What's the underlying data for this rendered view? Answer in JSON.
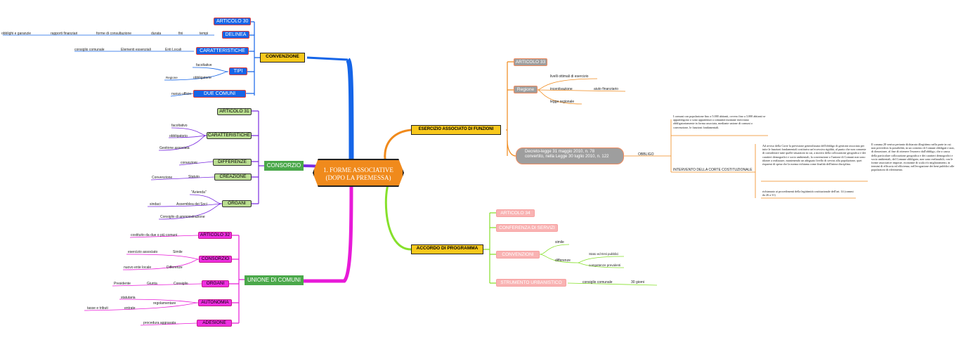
{
  "center": {
    "line1": "1. FORME ASSOCIATIVE",
    "line2": "(DOPO LA PREMESSA)"
  },
  "convenzione": {
    "title": "CONVENZIONE",
    "articolo": "ARTICOLO 30",
    "delinea": "DELINEA",
    "delinea_items": [
      "obblighi e garanzie",
      "rapporti finanziari",
      "forme di consultazione",
      "durata",
      "fini",
      "tempi"
    ],
    "caratteristiche": "CARATTERISTICHE",
    "caratteristiche_items": [
      "consiglio comunale",
      "Elementi essenziali",
      "Enti Locali"
    ],
    "tipi": "TIPI",
    "tipi_items": [
      "facoltative",
      "Regione",
      "obbligatorie"
    ],
    "due_comuni": "DUE COMUNI",
    "due_comuni_item": "nuovo ufficio"
  },
  "consorzio": {
    "title": "CONSORZIO",
    "articolo": "ARTICOLO 31",
    "caratteristiche": "CARATTERISTICHE",
    "caratteristiche_items": [
      "facoltativo",
      "obbligatorio",
      "Gestione associata"
    ],
    "differenze": "DIFFERENZE",
    "differenze_item": "convezioni",
    "creazione": "CREAZIONE",
    "creazione_items": [
      "Convenzione",
      "Statuto"
    ],
    "organi": "ORGANI",
    "organi_items": [
      "\"Azienda\"",
      "sindaci",
      "Assemblea dei Soci",
      "Consiglio di amministrazione"
    ]
  },
  "unione": {
    "title": "UNIONE DI COMUNI",
    "articolo": "ARTICOLO 32",
    "articolo_item": "costituito da due o più comuni",
    "consorzio": "CONSORZIO",
    "consorzio_items": [
      "esercizio associato",
      "Simile",
      "nuovo ente locale",
      "Differenze"
    ],
    "organi": "ORGANI",
    "organi_items": [
      "Presidente",
      "Giunta",
      "Consiglio"
    ],
    "autonomia": "AUTONOMIA",
    "autonomia_items": [
      "statutaria",
      "regolamentare",
      "tasse e tributi",
      "entrate"
    ],
    "adesione": "ADESIONE",
    "adesione_item": "procedura aggravata"
  },
  "esercizio": {
    "title": "ESERCIZIO ASSOCIATO DI FUNZIONI",
    "articolo": "ARTICOLO 33",
    "regione": "Regione",
    "regione_items": [
      "livelli ottimali di esercizio",
      "incentivazione",
      "aiuto finanziario",
      "legge regionale"
    ],
    "decreto": "Decreto-legge 31 maggio 2010, n. 78 convertito, nella Legge 30 luglio 2010, n. 122",
    "obbligo": "OBBLIGO",
    "obbligo_text": "I comuni con popolazione fino a 5.000 abitanti, ovvero fino a 3.000 abitanti se appartengono o sono appartenuti a comunità montane esercitano obbligatoriamente in forma associata, mediante unione di comuni o convenzione, le funzioni fondamentali.",
    "corte": "INTERVENTO DELLA CORTE COSTITUZIONALE",
    "corte_text": "Ad avviso della Corte la previsione generalizzata dell'obbligo di gestione associata per tutte le funzioni fondamentali costituiva un'eccessiva rigidità, al punto che non consente di considerare tutte quelle situazioni in cui, a motivo della collocazione geografica e dei caratteri demografici e socio ambientali, la convenzione o l'unione di Comuni non sono idonee a realizzare, mantenendo un adeguato livello di servizi alla popolazione, quei risparmi di spesa che la norma richiama come finalità dell'intera disciplina.",
    "comma_text": "Il comma 28 veniva pertanto dichiarato illegittimo nella parte in cui non prevedeva la possibilità, in un contesto di Comuni obbligati e non, di dimostrare, al fine di ottenere l'esonero dall'obbligo, che a causa della particolare collocazione geografica e dei caratteri demografici e socio ambientali, del Comune obbligato, non sono realizzabili, con le forme associative imposte, economie di scala e/o miglioramenti, in termini di efficacia ed efficienza, nell'erogazione dei beni pubblici alle popolazioni di riferimento.",
    "richiamo": "richiamato ai procedimenti della legittimità costituzionale dell'art. 14 (commi da 26 a 31)"
  },
  "accordo": {
    "title": "ACCORDO DI PROGRAMMA",
    "articolo": "ARTICOLO 34",
    "conferenza": "CONFERENZA DI SERVIZI",
    "convenzioni": "CONVENZIONI",
    "convenzioni_items": [
      "simile",
      "differenze",
      "Stato ed Enti pubblici",
      "competenze prevalenti"
    ],
    "strumento": "STRUMENTO URBANISTICO",
    "strumento_items": [
      "consiglio comunale",
      "30 giorni"
    ]
  },
  "colors": {
    "blue": "#1565e8",
    "orange": "#f08a1c",
    "purple": "#7a2be0",
    "green": "#86e02b",
    "magenta": "#e81ad8"
  }
}
